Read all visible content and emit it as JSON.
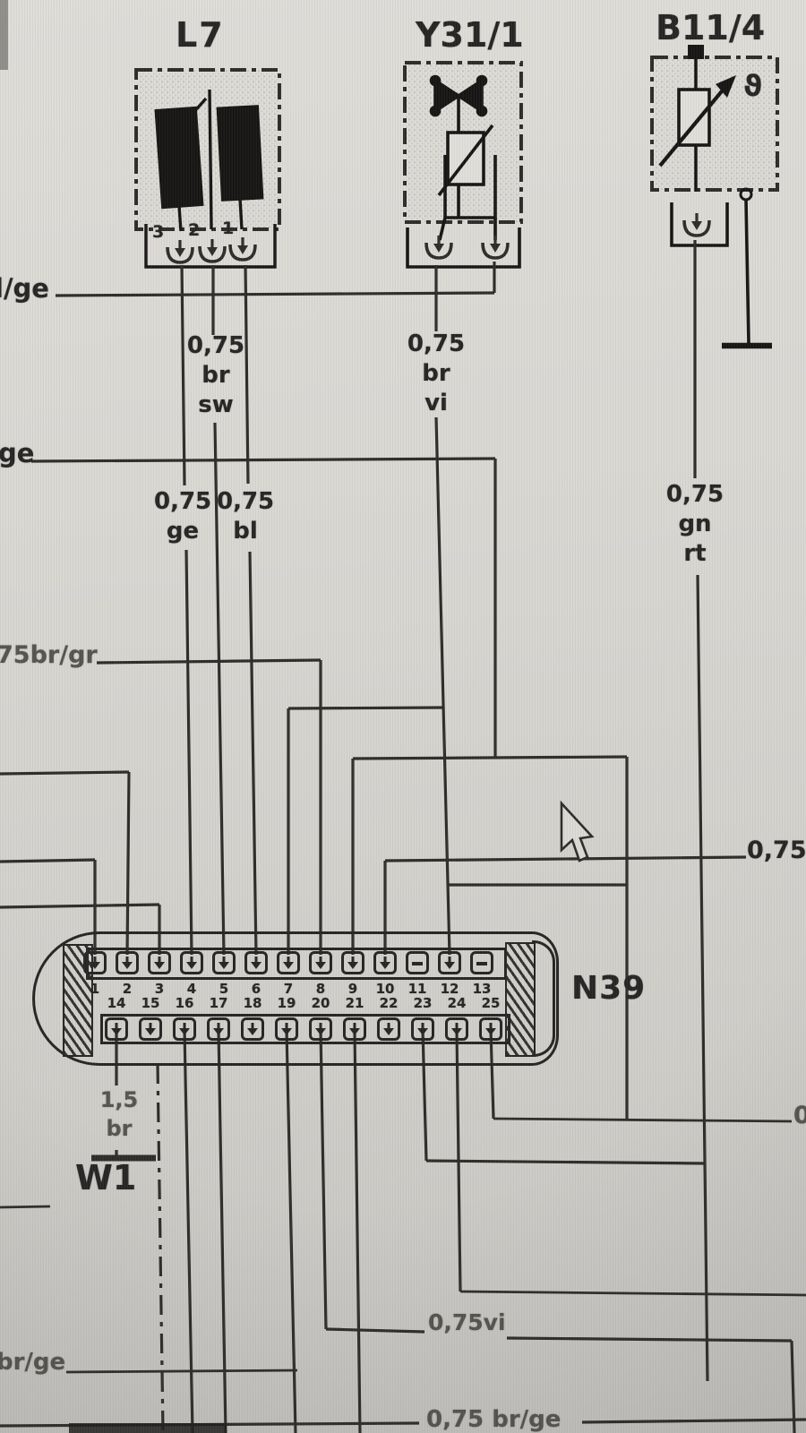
{
  "components": {
    "l7": {
      "title": "L7",
      "terminals": [
        "3",
        "2",
        "1"
      ]
    },
    "y31_1": {
      "title": "Y31/1"
    },
    "b11_4": {
      "title": "B11/4",
      "symbol": "ϑ"
    }
  },
  "edge_labels": {
    "left_top": "l/ge",
    "left_mid": "ge",
    "left_brgr": "75br/gr",
    "right_075": "0,75",
    "right_0": "0",
    "left_brge": "br/ge"
  },
  "wire_labels": {
    "br_sw": [
      "0,75",
      "br",
      "sw"
    ],
    "br_vi": [
      "0,75",
      "br",
      "vi"
    ],
    "ge": [
      "0,75",
      "ge"
    ],
    "bl": [
      "0,75",
      "bl"
    ],
    "gn_rt": [
      "0,75",
      "gn",
      "rt"
    ],
    "br_15": [
      "1,5",
      "br"
    ],
    "vi_075": "0,75vi",
    "br_ge_075": "0,75 br/ge"
  },
  "connector": {
    "name": "N39",
    "top_pins": [
      "1",
      "2",
      "3",
      "4",
      "5",
      "6",
      "7",
      "8",
      "9",
      "10",
      "11",
      "12",
      "13"
    ],
    "bottom_pins": [
      "14",
      "15",
      "16",
      "17",
      "18",
      "19",
      "20",
      "21",
      "22",
      "23",
      "24",
      "25"
    ]
  },
  "ground": {
    "label": "W1"
  },
  "colors": {
    "line": "#2b2a27",
    "background": "#d6d4cf"
  },
  "cursor": {
    "type": "arrow-pointer"
  }
}
